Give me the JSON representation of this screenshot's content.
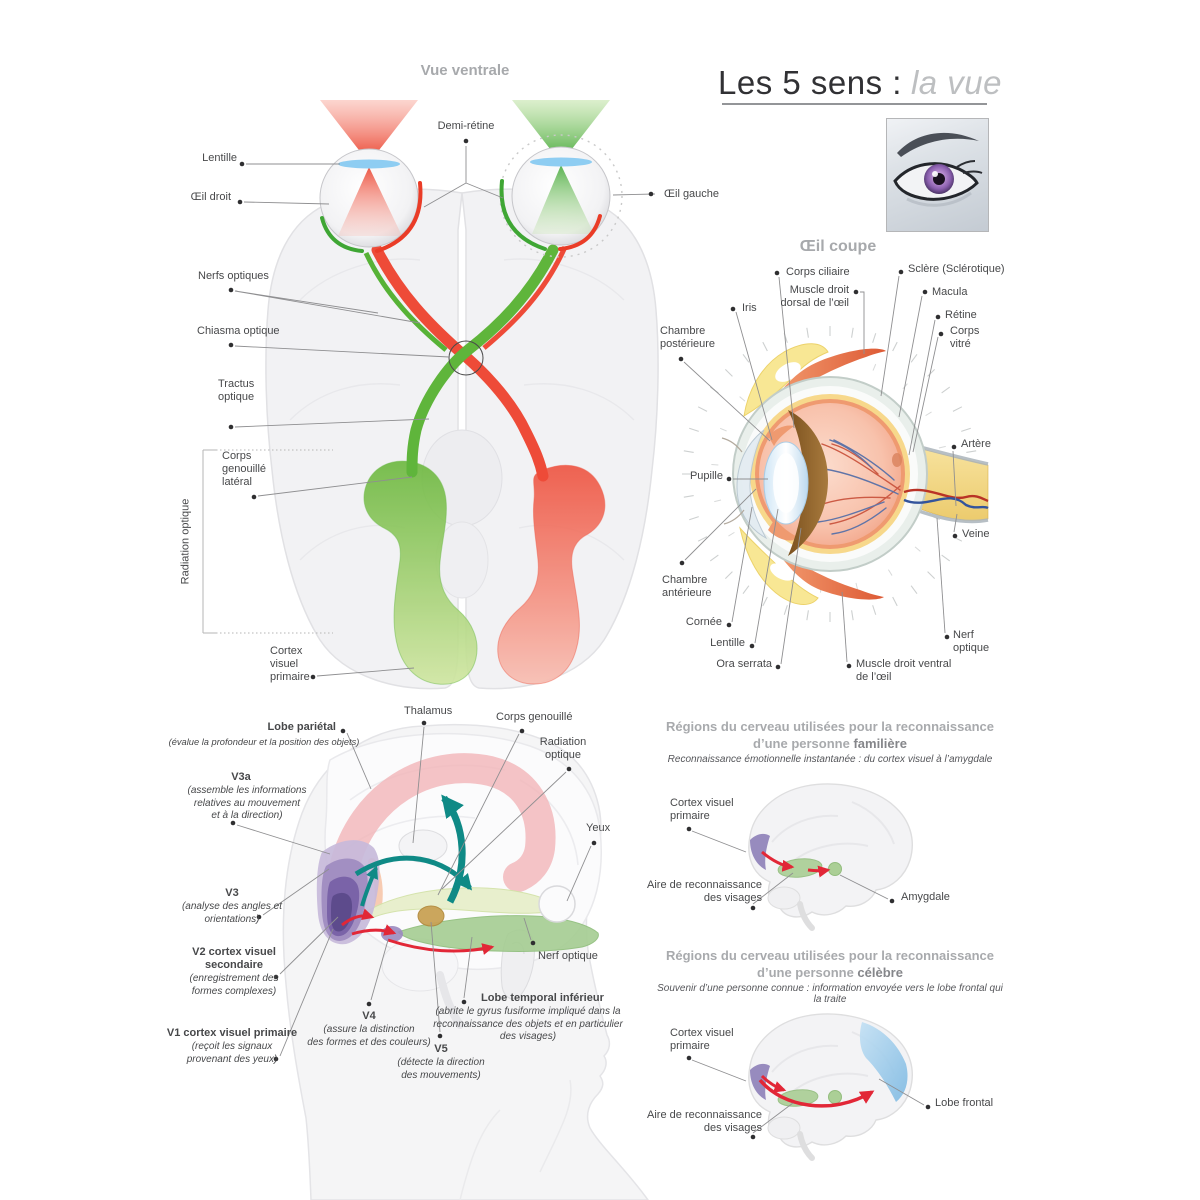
{
  "poster": {
    "title_main": "Les 5 sens :",
    "title_accent": "la vue"
  },
  "ventral": {
    "title": "Vue ventrale",
    "labels": {
      "demi_retine": "Demi-rétine",
      "lentille": "Lentille",
      "oeil_droit": "Œil droit",
      "oeil_gauche": "Œil gauche",
      "nerfs_optiques": "Nerfs optiques",
      "chiasma_optique": "Chiasma optique",
      "tractus_optique": [
        "Tractus",
        "optique"
      ],
      "corps_genouille_lateral": [
        "Corps",
        "genouillé",
        "latéral"
      ],
      "radiation_optique": "Radiation optique",
      "cortex_visuel_primaire": [
        "Cortex",
        "visuel",
        "primaire"
      ]
    }
  },
  "eye_section": {
    "title": "Œil coupe",
    "labels": {
      "corps_ciliaire": "Corps ciliaire",
      "muscle_droit_dorsal": [
        "Muscle droit",
        "dorsal de l’œil"
      ],
      "sclere": "Sclère (Sclérotique)",
      "macula": "Macula",
      "retine": "Rétine",
      "corps_vitre": [
        "Corps",
        "vitré"
      ],
      "chambre_posterieure": [
        "Chambre",
        "postérieure"
      ],
      "iris": "Iris",
      "pupille": "Pupille",
      "chambre_anterieure": [
        "Chambre",
        "antérieure"
      ],
      "cornee": "Cornée",
      "lentille": "Lentille",
      "ora_serrata": "Ora serrata",
      "artere": "Artère",
      "veine": "Veine",
      "nerf_optique": [
        "Nerf",
        "optique"
      ],
      "muscle_droit_ventral": [
        "Muscle droit ventral",
        "de l’œil"
      ]
    }
  },
  "head_section": {
    "labels": {
      "thalamus": "Thalamus",
      "lobe_parietal": "Lobe pariétal",
      "lobe_parietal_sub": "(évalue la profondeur et la position des objets)",
      "corps_genouille": "Corps genouillé",
      "radiation_optique": [
        "Radiation",
        "optique"
      ],
      "v3a": "V3a",
      "v3a_sub": [
        "(assemble les informations",
        "relatives au mouvement",
        "et à la direction)"
      ],
      "yeux": "Yeux",
      "v3": "V3",
      "v3_sub": [
        "(analyse des angles et",
        "orientations)"
      ],
      "v2": [
        "V2 cortex visuel",
        "secondaire"
      ],
      "v2_sub": [
        "(enregistrement des",
        "formes complexes)"
      ],
      "nerf_optique": "Nerf optique",
      "lobe_temporal": "Lobe temporal inférieur",
      "lobe_temporal_sub": [
        "(abrite le gyrus fusiforme impliqué dans la",
        "reconnaissance des objets et en particulier",
        "des visages)"
      ],
      "v4": "V4",
      "v4_sub": [
        "(assure la distinction",
        "des formes et des couleurs)"
      ],
      "v1": "V1 cortex visuel primaire",
      "v1_sub": [
        "(reçoit les signaux",
        "provenant des yeux)"
      ],
      "v5": "V5",
      "v5_sub": [
        "(détecte la direction",
        "des mouvements)"
      ]
    }
  },
  "reco_familiar": {
    "title_line1": "Régions du cerveau utilisées pour la reconnaissance",
    "title_line2_prefix": "d’une personne ",
    "title_line2_accent": "familière",
    "subtitle": "Reconnaissance émotionnelle instantanée : du cortex visuel à l’amygdale",
    "labels": {
      "cortex_visuel_primaire": [
        "Cortex visuel",
        "primaire"
      ],
      "aire_reconnaissance": [
        "Aire de reconnaissance",
        "des visages"
      ],
      "amygdale": "Amygdale"
    }
  },
  "reco_famous": {
    "title_line1": "Régions du cerveau utilisées pour la reconnaissance",
    "title_line2_prefix": "d’une personne ",
    "title_line2_accent": "célèbre",
    "subtitle": "Souvenir d’une personne connue : information envoyée vers le lobe frontal qui la traite",
    "labels": {
      "cortex_visuel_primaire": [
        "Cortex visuel",
        "primaire"
      ],
      "aire_reconnaissance": [
        "Aire de reconnaissance",
        "des visages"
      ],
      "lobe_frontal": "Lobe frontal"
    }
  },
  "colors": {
    "red_pathway": "#ee4b38",
    "green_pathway": "#5fb53b",
    "teal_arrow": "#0f8a86",
    "red_arrow": "#e22737",
    "parietal_pink": "#f2b6ba",
    "visual_purple": "#7a63a8",
    "temporal_green": "#9fca8c",
    "frontal_blue": "#8fc3e8",
    "iris_violet": "#a678c0",
    "label_gray": "#a7a9ac"
  }
}
